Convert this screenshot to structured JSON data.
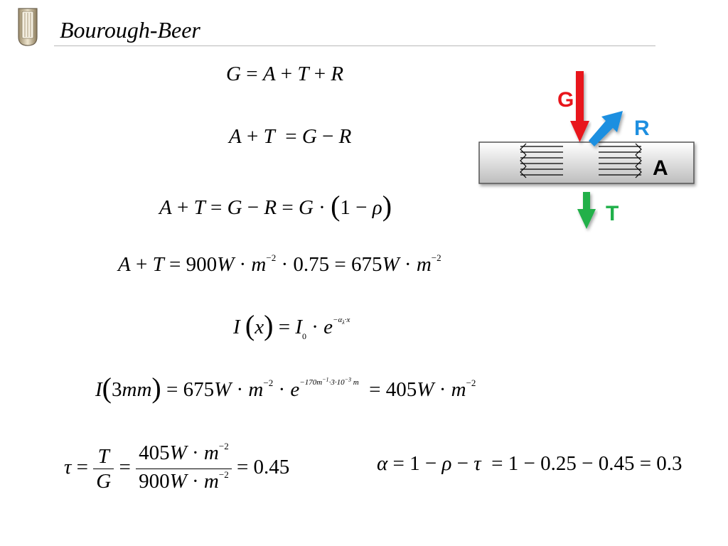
{
  "slide": {
    "title": "Bourough-Beer"
  },
  "equations": {
    "eq1": "G = A + T + R",
    "eq2": "A + T = G − R",
    "eq3": "A + T = G − R = G · (1 − ρ)",
    "eq4": "A + T = 900W · m⁻² · 0.75 = 675W · m⁻²",
    "eq5": "I(x) = I₀ · e^(−α_λ · x)",
    "eq6": "I(3mm) = 675W · m⁻² · e^(−170m⁻¹·3·10⁻³ m) = 405W · m⁻²",
    "eq7": "τ = T/G = (405W · m⁻²)/(900W · m⁻²) = 0.45",
    "eq8": "α = 1 − ρ − τ = 1 − 0.25 − 0.45 = 0.3"
  },
  "diagram": {
    "labels": {
      "G": "G",
      "R": "R",
      "A": "A",
      "T": "T"
    },
    "colors": {
      "G": "#e8151b",
      "R": "#1e8fe0",
      "T": "#20b04a",
      "slab_top": "#ffffff",
      "slab_bottom": "#bdbdbd"
    }
  }
}
